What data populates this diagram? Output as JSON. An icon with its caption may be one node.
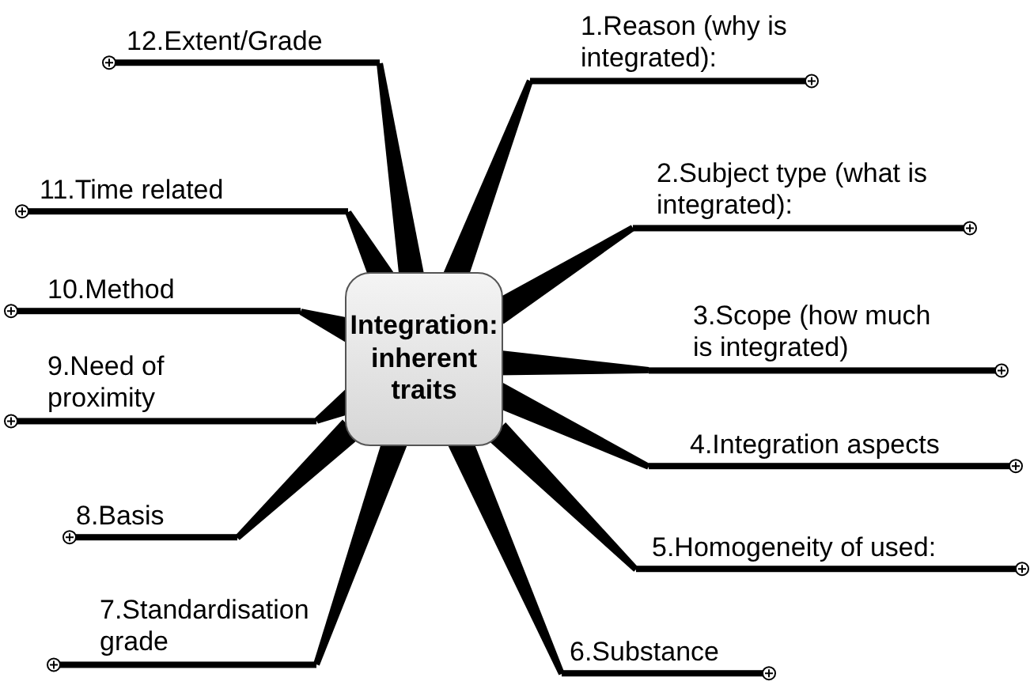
{
  "diagram": {
    "nodes": [
      {
        "text": [
          "Integration: inherent traits"
        ]
      },
      {
        "text": [
          "1.Reason (why is integrated):"
        ]
      },
      {
        "text": [
          "2.Subject type (what is integrated):"
        ]
      },
      {
        "text": [
          "3.Scope (how much is integrated)"
        ]
      },
      {
        "text": [
          "4.Integration aspects"
        ]
      },
      {
        "text": [
          "5.Homogeneity of used:"
        ]
      },
      {
        "text": [
          "6.Substance"
        ]
      },
      {
        "text": [
          "7.Standardisation grade"
        ]
      },
      {
        "text": [
          "8.Basis"
        ]
      },
      {
        "text": [
          "9.Need of proximity"
        ]
      },
      {
        "text": [
          "10.Method"
        ]
      },
      {
        "text": [
          "11.Time related"
        ]
      },
      {
        "text": [
          "12.Extent/Grade"
        ]
      }
    ],
    "edges": [
      {
        "from": 0,
        "to": 1,
        "arrow": "none"
      },
      {
        "from": 0,
        "to": 2,
        "arrow": "none"
      },
      {
        "from": 0,
        "to": 3,
        "arrow": "none"
      },
      {
        "from": 0,
        "to": 4,
        "arrow": "none"
      },
      {
        "from": 0,
        "to": 5,
        "arrow": "none"
      },
      {
        "from": 0,
        "to": 6,
        "arrow": "none"
      },
      {
        "from": 0,
        "to": 7,
        "arrow": "none"
      },
      {
        "from": 0,
        "to": 8,
        "arrow": "none"
      },
      {
        "from": 0,
        "to": 9,
        "arrow": "none"
      },
      {
        "from": 0,
        "to": 10,
        "arrow": "none"
      },
      {
        "from": 0,
        "to": 11,
        "arrow": "none"
      },
      {
        "from": 0,
        "to": 12,
        "arrow": "none"
      }
    ]
  }
}
